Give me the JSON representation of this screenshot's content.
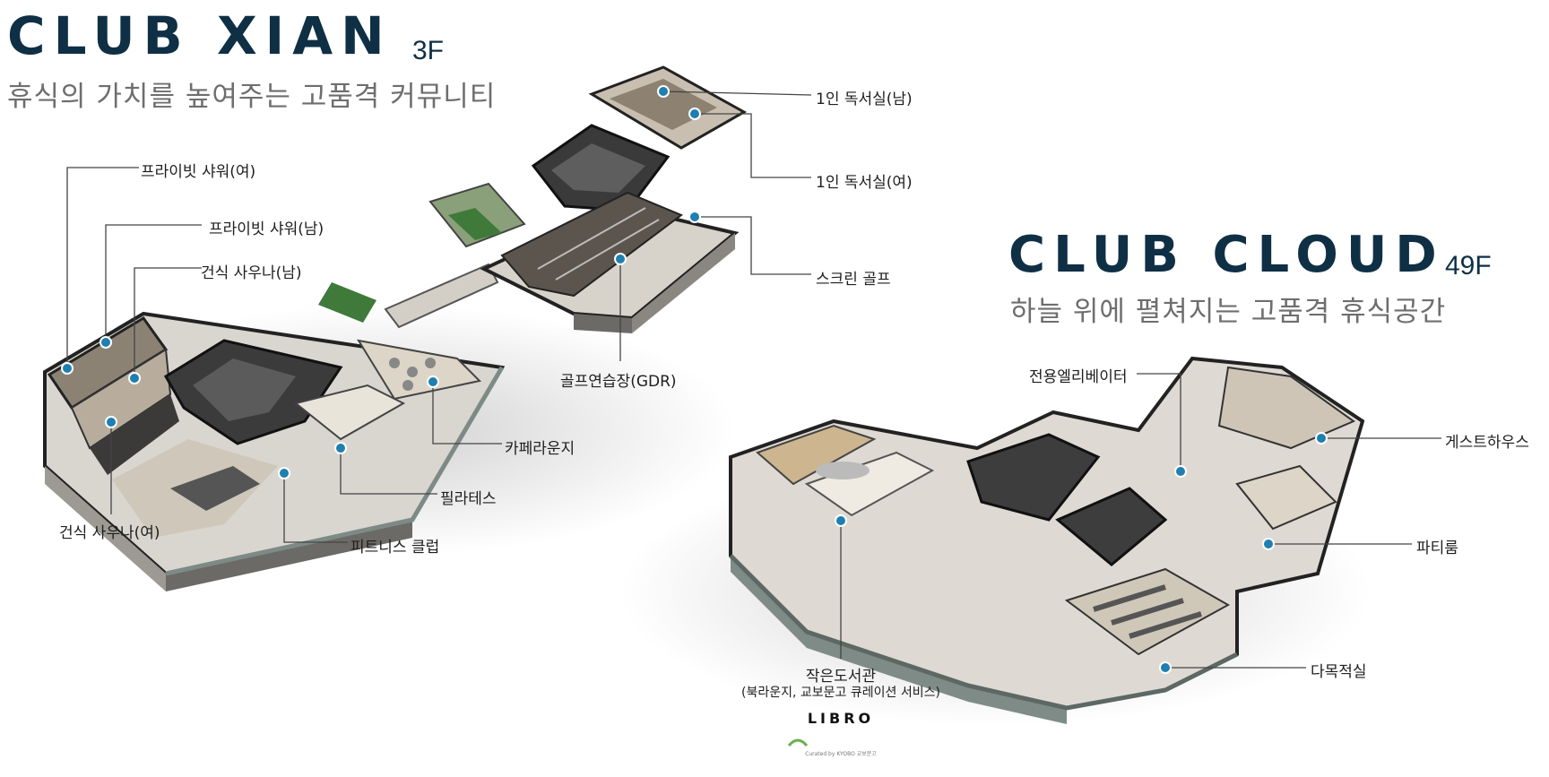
{
  "xian": {
    "brand": "CLUB XIAN",
    "floor": "3F",
    "subtitle": "휴식의 가치를 높여주는 고품격 커뮤니티",
    "labels": {
      "reading_m": "1인 독서실(남)",
      "reading_f": "1인 독서실(여)",
      "shower_f": "프라이빗 샤워(여)",
      "shower_m": "프라이빗 샤워(남)",
      "sauna_m": "건식 사우나(남)",
      "screen_golf": "스크린 골프",
      "golf_gdr": "골프연습장(GDR)",
      "cafe": "카페라운지",
      "pilates": "필라테스",
      "fitness": "피트니스 클럽",
      "sauna_f": "건식 사우나(여)"
    }
  },
  "cloud": {
    "brand": "CLUB CLOUD",
    "floor": "49F",
    "subtitle": "하늘 위에 펼쳐지는 고품격 휴식공간",
    "labels": {
      "elevator": "전용엘리베이터",
      "guesthouse": "게스트하우스",
      "party": "파티룸",
      "multipurpose": "다목적실",
      "library": "작은도서관",
      "library_sub": "(북라운지, 교보문고 큐레이션 서비스)"
    },
    "logo_text": "LIBRO",
    "logo_sub": "Curated by KYOBO 교보문고"
  },
  "colors": {
    "brand": "#0f2f45",
    "marker": "#1e7fb0",
    "leader": "#444444"
  }
}
